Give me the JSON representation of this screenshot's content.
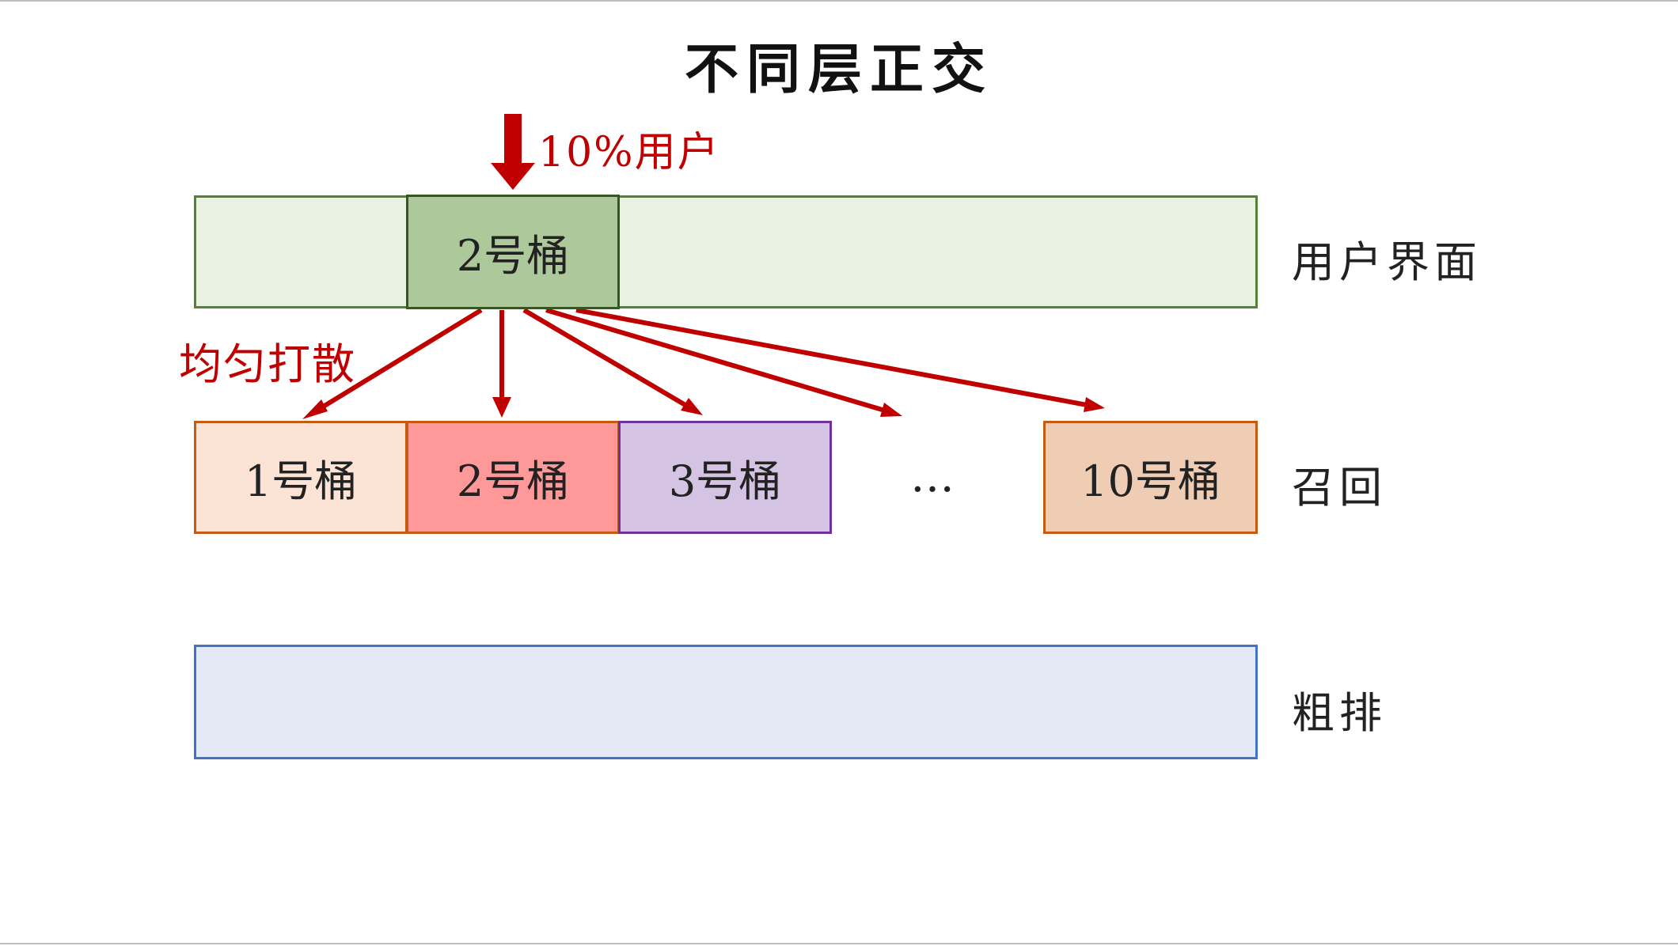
{
  "title": "不同层正交",
  "top_label": "10%用户",
  "spread_label": "均匀打散",
  "layers": {
    "ui": {
      "label": "用户界面",
      "bucket": "2号桶"
    },
    "recall": {
      "label": "召回",
      "buckets": [
        "1号桶",
        "2号桶",
        "3号桶",
        "10号桶"
      ],
      "ellipsis": "…"
    },
    "coarse": {
      "label": "粗排"
    }
  },
  "colors": {
    "arrow": "#c00000",
    "ui_fill": "#e9f1e1",
    "ui_border": "#548235",
    "ui_bucket_fill": "#adc89a",
    "ui_bucket_border": "#375623",
    "recall_b1_fill": "#fbe4d6",
    "recall_b2_fill": "#ff9999",
    "recall_b3_fill": "#d5c3e3",
    "recall_b10_fill": "#efcdb5",
    "recall_border": "#c55a11",
    "recall_b3_border": "#7030a0",
    "coarse_fill": "#e4eaf5",
    "coarse_border": "#4472c4"
  }
}
